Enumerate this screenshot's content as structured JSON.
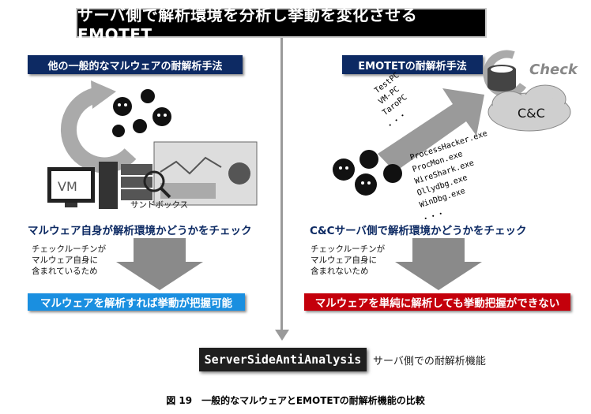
{
  "title": "サーバ側で解析環境を分析し挙動を変化させるEMOTET",
  "left": {
    "heading": "他の一般的なマルウェアの耐解析手法",
    "vm_label": "VM",
    "sandbox_label": "サンドボックス",
    "statement": "マルウェア自身が解析環境かどうかをチェック",
    "note_lines": [
      "チェックルーチンが",
      "マルウェア自身に",
      "含まれているため"
    ],
    "result": "マルウェアを解析すれば挙動が把握可能"
  },
  "right": {
    "heading": "EMOTETの耐解析手法",
    "check_label": "Check",
    "cc_label": "C&C",
    "pc_names": [
      "TestPC",
      "VM-PC",
      "TaroPC",
      "・・・"
    ],
    "tools": [
      "ProcessHacker.exe",
      "ProcMon.exe",
      "WireShark.exe",
      "Ollydbg.exe",
      "WinDbg.exe",
      "・・・"
    ],
    "statement": "C&Cサーバ側で解析環境かどうかをチェック",
    "note_lines": [
      "チェックルーチンが",
      "マルウェア自身に",
      "含まれないため"
    ],
    "result": "マルウェアを単純に解析しても挙動把握ができない"
  },
  "bottom": {
    "box_label": "ServerSideAntiAnalysis",
    "box_caption": "サーバ側での耐解析機能"
  },
  "caption": "図 19　一般的なマルウェアとEMOTETの耐解析機能の比較",
  "colors": {
    "navy": "#0d2a63",
    "blue": "#1a8fe0",
    "red": "#c4000b",
    "gray": "#9a9a9a"
  }
}
